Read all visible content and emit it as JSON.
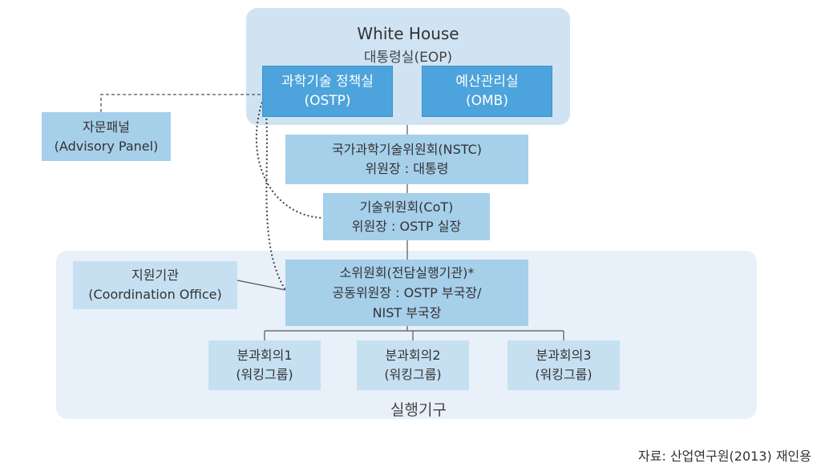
{
  "eop": {
    "title": "White House",
    "subtitle": "대통령실(EOP)"
  },
  "ostp": {
    "line1": "과학기술 정책실",
    "line2": "(OSTP)"
  },
  "omb": {
    "line1": "예산관리실",
    "line2": "(OMB)"
  },
  "advisory": {
    "line1": "자문패널",
    "line2": "(Advisory Panel)"
  },
  "nstc": {
    "line1": "국가과학기술위원회(NSTC)",
    "line2": "위원장 : 대통령"
  },
  "cot": {
    "line1": "기술위원회(CoT)",
    "line2": "위원장 : OSTP 실장"
  },
  "coordination": {
    "line1": "지원기관",
    "line2": "(Coordination Office)"
  },
  "subcommittee": {
    "line1": "소위원회(전담실행기관)*",
    "line2": "공동위원장 : OSTP 부국장/",
    "line3": "NIST 부국장"
  },
  "working_groups": [
    {
      "line1": "분과회의1",
      "line2": "(워킹그룹)"
    },
    {
      "line1": "분과회의2",
      "line2": "(워킹그룹)"
    },
    {
      "line1": "분과회의3",
      "line2": "(워킹그룹)"
    }
  ],
  "execution_label": "실행기구",
  "source_note": "자료:  산업연구원(2013)  재인용",
  "colors": {
    "dark_box": "#4da3db",
    "mid_box": "#a6cfea",
    "light_box": "#c6e0f2",
    "eop_region": "#cfe3f3",
    "exec_region": "#e8f1f9"
  }
}
